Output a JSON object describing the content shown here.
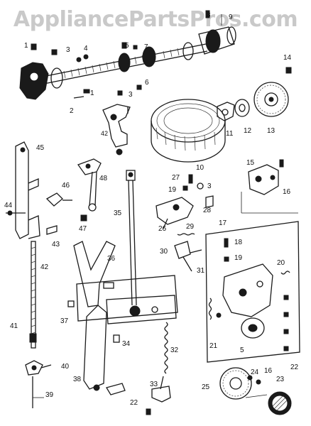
{
  "watermark": "AppliancePartsPros.com",
  "callouts": [
    {
      "id": "c1",
      "text": "1"
    },
    {
      "id": "c1b",
      "text": "1"
    },
    {
      "id": "c2",
      "text": "2"
    },
    {
      "id": "c3a",
      "text": "3"
    },
    {
      "id": "c3b",
      "text": "3"
    },
    {
      "id": "c3c",
      "text": "3"
    },
    {
      "id": "c4",
      "text": "4"
    },
    {
      "id": "c5a",
      "text": "5"
    },
    {
      "id": "c5b",
      "text": "5"
    },
    {
      "id": "c6",
      "text": "6"
    },
    {
      "id": "c7",
      "text": "7"
    },
    {
      "id": "c8",
      "text": "8"
    },
    {
      "id": "c9",
      "text": "9"
    },
    {
      "id": "c10",
      "text": "10"
    },
    {
      "id": "c11",
      "text": "11"
    },
    {
      "id": "c12",
      "text": "12"
    },
    {
      "id": "c13",
      "text": "13"
    },
    {
      "id": "c14",
      "text": "14"
    },
    {
      "id": "c15",
      "text": "15"
    },
    {
      "id": "c16a",
      "text": "16"
    },
    {
      "id": "c16b",
      "text": "16"
    },
    {
      "id": "c17",
      "text": "17"
    },
    {
      "id": "c18",
      "text": "18"
    },
    {
      "id": "c19a",
      "text": "19"
    },
    {
      "id": "c19b",
      "text": "19"
    },
    {
      "id": "c20",
      "text": "20"
    },
    {
      "id": "c21",
      "text": "21"
    },
    {
      "id": "c22a",
      "text": "22"
    },
    {
      "id": "c22b",
      "text": "22"
    },
    {
      "id": "c23",
      "text": "23"
    },
    {
      "id": "c24",
      "text": "24"
    },
    {
      "id": "c25",
      "text": "25"
    },
    {
      "id": "c26",
      "text": "26"
    },
    {
      "id": "c27",
      "text": "27"
    },
    {
      "id": "c28",
      "text": "28"
    },
    {
      "id": "c29",
      "text": "29"
    },
    {
      "id": "c30",
      "text": "30"
    },
    {
      "id": "c31",
      "text": "31"
    },
    {
      "id": "c32",
      "text": "32"
    },
    {
      "id": "c33",
      "text": "33"
    },
    {
      "id": "c34",
      "text": "34"
    },
    {
      "id": "c35",
      "text": "35"
    },
    {
      "id": "c36",
      "text": "36"
    },
    {
      "id": "c37",
      "text": "37"
    },
    {
      "id": "c38",
      "text": "38"
    },
    {
      "id": "c39",
      "text": "39"
    },
    {
      "id": "c40",
      "text": "40"
    },
    {
      "id": "c41",
      "text": "41"
    },
    {
      "id": "c42",
      "text": "42"
    },
    {
      "id": "c43",
      "text": "43"
    },
    {
      "id": "c44",
      "text": "44"
    },
    {
      "id": "c45",
      "text": "45"
    },
    {
      "id": "c46",
      "text": "46"
    },
    {
      "id": "c47",
      "text": "47"
    },
    {
      "id": "c48",
      "text": "48"
    }
  ]
}
